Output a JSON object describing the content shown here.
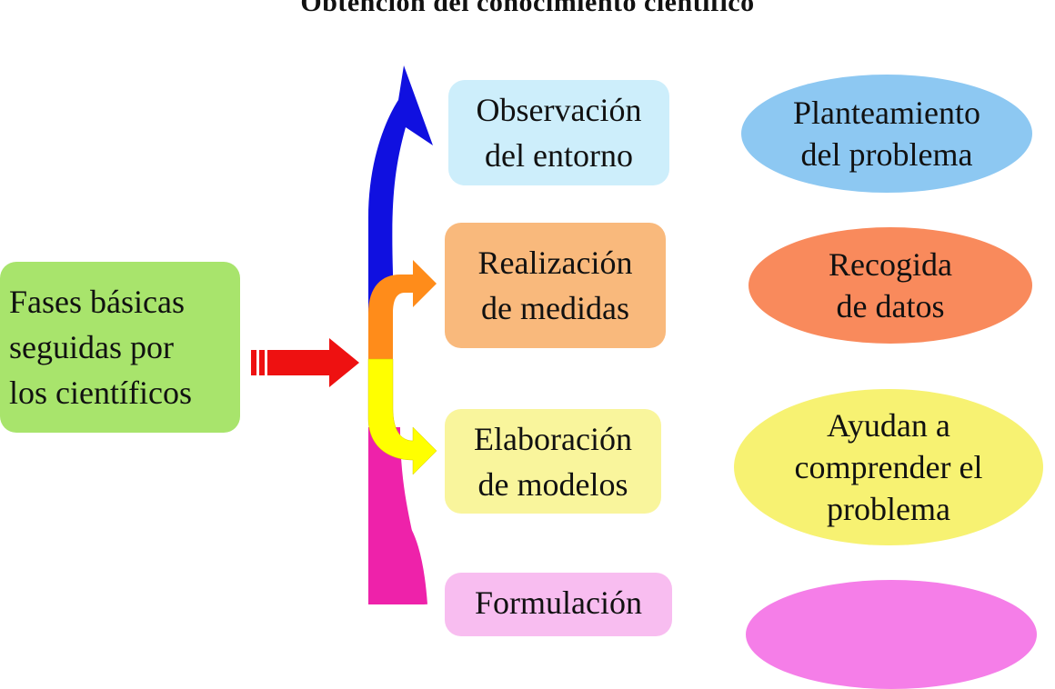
{
  "title": "Obtención del conocimiento científico",
  "source": {
    "lines": [
      "Fases básicas",
      "seguidas por",
      "los científicos"
    ],
    "color": "#a8e46c"
  },
  "phases": [
    {
      "lines": [
        "Observación",
        "del entorno"
      ],
      "color": "#cdeefb",
      "arrow_color": "#1010e0"
    },
    {
      "lines": [
        "Realización",
        "de medidas"
      ],
      "color": "#f9b97c",
      "arrow_color": "#ff8c1a"
    },
    {
      "lines": [
        "Elaboración",
        "de modelos"
      ],
      "color": "#f9f59c",
      "arrow_color": "#ffff00"
    },
    {
      "lines": [
        "Formulación",
        ""
      ],
      "color": "#f8bdf0",
      "arrow_color": "#ee22aa"
    }
  ],
  "outcomes": [
    {
      "lines": [
        "Planteamiento",
        "del problema"
      ],
      "color": "#8dc8f2"
    },
    {
      "lines": [
        "Recogida",
        "de datos"
      ],
      "color": "#f98a5c"
    },
    {
      "lines": [
        "Ayudan a",
        "comprender el",
        "problema"
      ],
      "color": "#f7f272"
    },
    {
      "lines": [],
      "color": "#f57ee8"
    }
  ],
  "pointer_arrow_color": "#ee1111"
}
